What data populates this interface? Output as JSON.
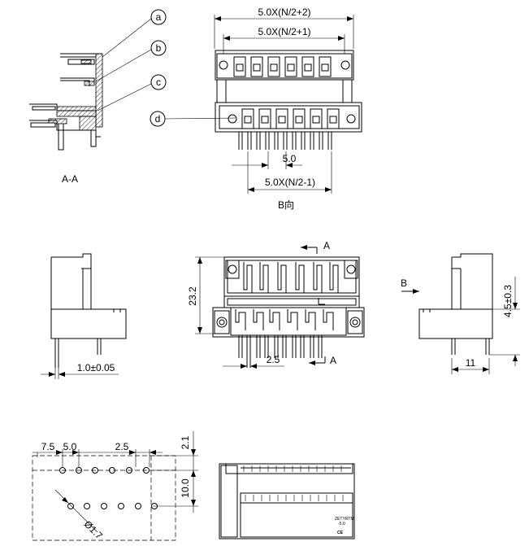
{
  "callouts": [
    "a",
    "b",
    "c",
    "d"
  ],
  "section_view": {
    "label": "A-A"
  },
  "b_view": {
    "dim_top_outer": "5.0X(N/2+2)",
    "dim_top_inner": "5.0X(N/2+1)",
    "dim_pitch": "5.0",
    "dim_bottom": "5.0X(N/2-1)",
    "label": "B向"
  },
  "side_view_left": {
    "dim_offset": "1.0±0.05"
  },
  "front_view": {
    "section_marker_top": "A",
    "section_marker_bottom": "A",
    "dim_height": "23.2",
    "dim_pitch": "2.5"
  },
  "side_view_right": {
    "view_marker": "B",
    "dim_height": "4.5±0.3",
    "dim_width": "11"
  },
  "pcb_layout": {
    "dim_7_5": "7.5",
    "dim_5_0": "5.0",
    "dim_2_5": "2.5",
    "dim_2_1": "2.1",
    "dim_10_0": "10.0",
    "dim_hole": "Ø1.7"
  },
  "body_view": {
    "brand_text": "ZETYRTM",
    "brand_sub": "-5.0",
    "mark_ce": "CE"
  }
}
